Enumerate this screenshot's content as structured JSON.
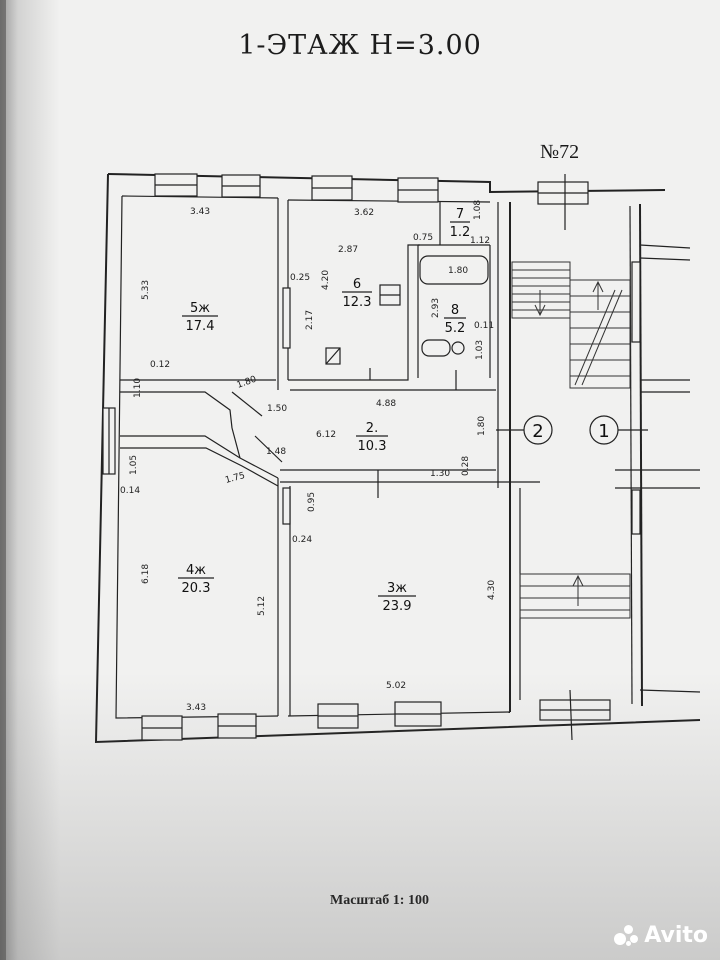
{
  "title": "1-ЭТАЖ Н=3.00",
  "house_number": "№72",
  "scale": "Масштаб 1: 100",
  "rooms": [
    {
      "id": "r5",
      "name": "5ж",
      "area": "17.4"
    },
    {
      "id": "r6",
      "name": "6",
      "area": "12.3"
    },
    {
      "id": "r7",
      "name": "7",
      "area": "1.2"
    },
    {
      "id": "r8",
      "name": "8",
      "area": "5.2"
    },
    {
      "id": "r2",
      "name": "2.",
      "area": "10.3"
    },
    {
      "id": "r4",
      "name": "4ж",
      "area": "20.3"
    },
    {
      "id": "r3",
      "name": "3ж",
      "area": "23.9"
    }
  ],
  "dimensions": [
    "3.43",
    "3.62",
    "1.08",
    "0.75",
    "1.12",
    "2.87",
    "0.25",
    "4.20",
    "1.80",
    "5.33",
    "2.17",
    "2.93",
    "0.11",
    "1.03",
    "0.12",
    "1.10",
    "1.80",
    "1.50",
    "4.88",
    "6.12",
    "1.80",
    "1.48",
    "1.30",
    "0.28",
    "1.05",
    "0.14",
    "1.75",
    "0.95",
    "0.24",
    "6.18",
    "5.12",
    "4.30",
    "3.43",
    "5.02"
  ],
  "markers": [
    "2",
    "1"
  ],
  "watermark": "Avito"
}
